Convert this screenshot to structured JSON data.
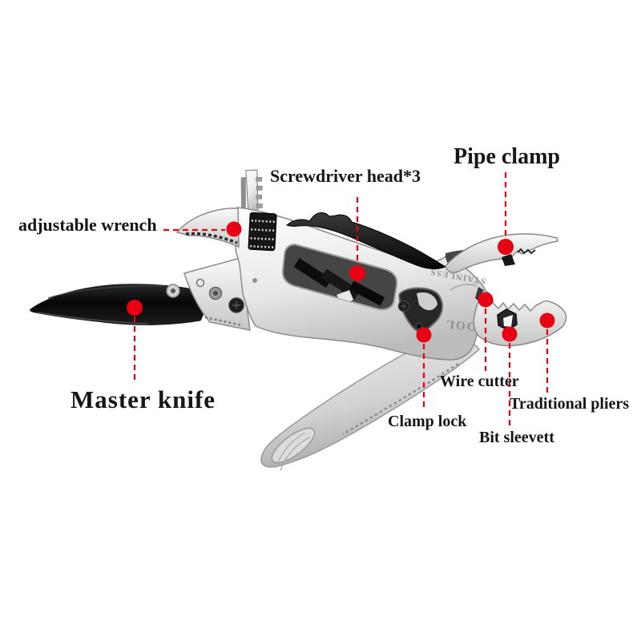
{
  "colors": {
    "background": "#ffffff",
    "accent_red": "#e60212",
    "label_text": "#161616",
    "metal_light": "#f4f4f4",
    "metal_dark": "#b3b3b3",
    "black_parts": "#101010"
  },
  "engravings": {
    "stainless": "STAINLESS",
    "tool": "TOOL"
  },
  "annotations": [
    {
      "part": "adjustable-wrench",
      "label": "adjustable wrench"
    },
    {
      "part": "screwdriver-heads",
      "label": "Screwdriver head*3"
    },
    {
      "part": "pipe-clamp",
      "label": "Pipe clamp"
    },
    {
      "part": "master-knife",
      "label": "Master knife"
    },
    {
      "part": "wire-cutter",
      "label": "Wire cutter"
    },
    {
      "part": "clamp-lock",
      "label": "Clamp lock"
    },
    {
      "part": "bit-sleeve",
      "label": "Bit sleevett"
    },
    {
      "part": "traditional-pliers",
      "label": "Traditional pliers"
    }
  ]
}
